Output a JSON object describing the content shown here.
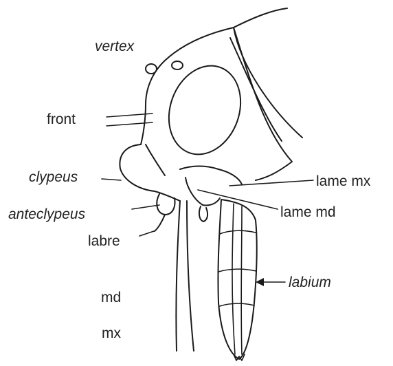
{
  "labels": {
    "vertex": "vertex",
    "front": "front",
    "clypeus": "clypeus",
    "anteclypeus": "anteclypeus",
    "labre": "labre",
    "md": "md",
    "mx": "mx",
    "lame_mx": "lame mx",
    "lame_md": "lame md",
    "labium": "labium"
  }
}
